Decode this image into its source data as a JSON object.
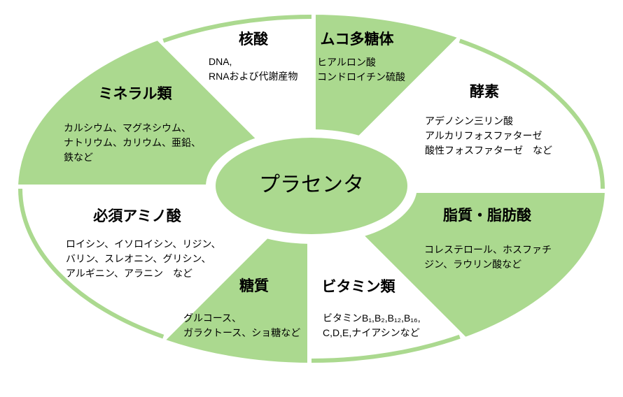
{
  "center": {
    "label": "プラセンタ"
  },
  "colors": {
    "green": "#abd98f",
    "white": "#ffffff",
    "text": "#000000"
  },
  "segments": [
    {
      "id": "nucleic-acids",
      "title": "核酸",
      "body": "DNA,\nRNAおよび代謝産物",
      "fill": "white",
      "fill_color": "#ffffff"
    },
    {
      "id": "mucopolysaccharides",
      "title": "ムコ多糖体",
      "body": "ヒアルロン酸\nコンドロイチン硫酸",
      "fill": "green",
      "fill_color": "#abd98f"
    },
    {
      "id": "enzymes",
      "title": "酵素",
      "body": "アデノシン三リン酸\nアルカリフォスファターゼ\n酸性フォスファターゼ　など",
      "fill": "white",
      "fill_color": "#ffffff"
    },
    {
      "id": "lipids-fatty-acids",
      "title": "脂質・脂肪酸",
      "body": "コレステロール、ホスファチ\nジン、ラウリン酸など",
      "fill": "green",
      "fill_color": "#abd98f"
    },
    {
      "id": "vitamins",
      "title": "ビタミン類",
      "body": "ビタミンB₁,B₂,B₁₂,B₁₆,\nC,D,E,ナイアシンなど",
      "fill": "white",
      "fill_color": "#ffffff"
    },
    {
      "id": "carbohydrates",
      "title": "糖質",
      "body": "グルコース、\nガラクトース、ショ糖など",
      "fill": "green",
      "fill_color": "#abd98f"
    },
    {
      "id": "essential-amino-acids",
      "title": "必須アミノ酸",
      "body": "ロイシン、イソロイシン、リジン、\nバリン、スレオニン、グリシン、\nアルギニン、アラニン　など",
      "fill": "white",
      "fill_color": "#ffffff"
    },
    {
      "id": "minerals",
      "title": "ミネラル類",
      "body": "カルシウム、マグネシウム、\nナトリウム、カリウム、亜鉛、\n鉄など",
      "fill": "green",
      "fill_color": "#abd98f"
    }
  ]
}
